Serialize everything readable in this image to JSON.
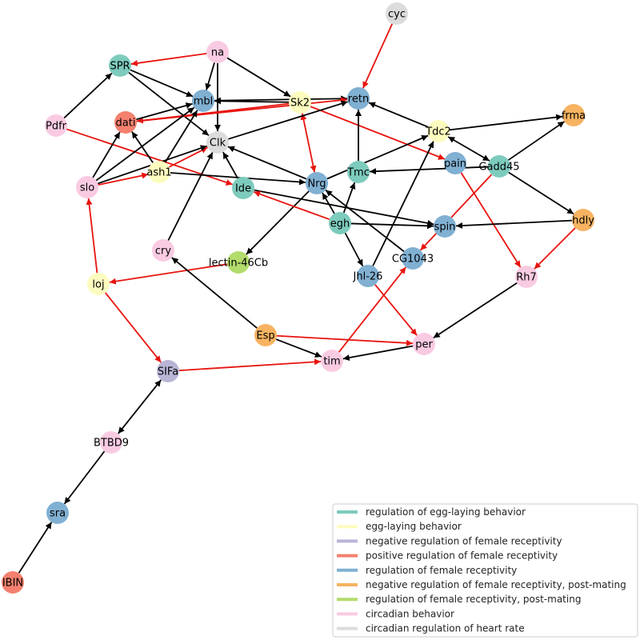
{
  "colors": {
    "black_edge": "#000000",
    "red_edge": "#e8140e",
    "regulation_of_egg_laying_behavior": "#7dcbbd",
    "egg_laying_behavior": "#fdfcbf",
    "negative_regulation_of_female_receptivity": "#b8b5d6",
    "positive_regulation_of_female_receptivity": "#f4806f",
    "regulation_of_female_receptivity": "#80b0d2",
    "negative_regulation_post_mating": "#f7b361",
    "regulation_post_mating": "#b2dc6b",
    "circadian_behavior": "#f9cbe2",
    "circadian_heart_rate": "#dcdcdc"
  },
  "legend": [
    {
      "label": "regulation of egg-laying behavior",
      "color": "#7dcbbd"
    },
    {
      "label": "egg-laying behavior",
      "color": "#fdfcbf"
    },
    {
      "label": "negative regulation of female receptivity",
      "color": "#b8b5d6"
    },
    {
      "label": "positive regulation of female receptivity",
      "color": "#f4806f"
    },
    {
      "label": "regulation of female receptivity",
      "color": "#80b0d2"
    },
    {
      "label": "negative regulation of female receptivity, post-mating",
      "color": "#f7b361"
    },
    {
      "label": "regulation of female receptivity, post-mating",
      "color": "#b2dc6b"
    },
    {
      "label": "circadian behavior",
      "color": "#f9cbe2"
    },
    {
      "label": "circadian regulation of heart rate",
      "color": "#dcdcdc"
    }
  ],
  "nodes": [
    {
      "id": "cyc",
      "label": "cyc",
      "color": "#dcdcdc"
    },
    {
      "id": "na",
      "label": "na",
      "color": "#f9cbe2"
    },
    {
      "id": "SPR",
      "label": "SPR",
      "color": "#7dcbbd"
    },
    {
      "id": "mbl",
      "label": "mbl",
      "color": "#80b0d2"
    },
    {
      "id": "Sk2",
      "label": "Sk2",
      "color": "#fdfcbf"
    },
    {
      "id": "retn",
      "label": "retn",
      "color": "#80b0d2"
    },
    {
      "id": "frma",
      "label": "frma",
      "color": "#f7b361"
    },
    {
      "id": "Pdfr",
      "label": "Pdfr",
      "color": "#f9cbe2"
    },
    {
      "id": "dati",
      "label": "dati",
      "color": "#f4806f"
    },
    {
      "id": "Clk",
      "label": "Clk",
      "color": "#dcdcdc"
    },
    {
      "id": "Tdc2",
      "label": "Tdc2",
      "color": "#fdfcbf"
    },
    {
      "id": "pain",
      "label": "pain",
      "color": "#80b0d2"
    },
    {
      "id": "Gadd45",
      "label": "Gadd45",
      "color": "#7dcbbd"
    },
    {
      "id": "ash1",
      "label": "ash1",
      "color": "#fdfcbf"
    },
    {
      "id": "Tmc",
      "label": "Tmc",
      "color": "#7dcbbd"
    },
    {
      "id": "slo",
      "label": "slo",
      "color": "#f9cbe2"
    },
    {
      "id": "Ide",
      "label": "Ide",
      "color": "#7dcbbd"
    },
    {
      "id": "Nrg",
      "label": "Nrg",
      "color": "#80b0d2"
    },
    {
      "id": "egg",
      "label": "egh",
      "color": "#7dcbbd"
    },
    {
      "id": "spin",
      "label": "spin",
      "color": "#80b0d2"
    },
    {
      "id": "hdly",
      "label": "hdly",
      "color": "#f7b361"
    },
    {
      "id": "cry",
      "label": "cry",
      "color": "#f9cbe2"
    },
    {
      "id": "lectin",
      "label": "lectin-46Cb",
      "color": "#b2dc6b"
    },
    {
      "id": "CG1043",
      "label": "CG1043",
      "color": "#80b0d2"
    },
    {
      "id": "Jhl26",
      "label": "Jhl-26",
      "color": "#80b0d2"
    },
    {
      "id": "loj",
      "label": "loj",
      "color": "#fdfcbf"
    },
    {
      "id": "Rh7",
      "label": "Rh7",
      "color": "#f9cbe2"
    },
    {
      "id": "Esp",
      "label": "Esp",
      "color": "#f7b361"
    },
    {
      "id": "per",
      "label": "per",
      "color": "#f9cbe2"
    },
    {
      "id": "tim",
      "label": "tim",
      "color": "#f9cbe2"
    },
    {
      "id": "SIFa",
      "label": "SIFa",
      "color": "#b8b5d6"
    },
    {
      "id": "BTBD9",
      "label": "BTBD9",
      "color": "#f9cbe2"
    },
    {
      "id": "sra",
      "label": "sra",
      "color": "#80b0d2"
    },
    {
      "id": "IBIN",
      "label": "IBIN",
      "color": "#f4806f"
    }
  ],
  "edges": [
    {
      "from": "cyc",
      "to": "retn",
      "color": "red"
    },
    {
      "from": "na",
      "to": "SPR",
      "color": "red"
    },
    {
      "from": "na",
      "to": "mbl",
      "color": "black"
    },
    {
      "from": "na",
      "to": "Clk",
      "color": "black"
    },
    {
      "from": "na",
      "to": "Sk2",
      "color": "black"
    },
    {
      "from": "SPR",
      "to": "mbl",
      "color": "black"
    },
    {
      "from": "SPR",
      "to": "Clk",
      "color": "black"
    },
    {
      "from": "Pdfr",
      "to": "SPR",
      "color": "black"
    },
    {
      "from": "Pdfr",
      "to": "Ide",
      "color": "red"
    },
    {
      "from": "Sk2",
      "to": "mbl",
      "color": "black"
    },
    {
      "from": "Sk2",
      "to": "dati",
      "color": "red"
    },
    {
      "from": "Sk2",
      "to": "Nrg",
      "color": "red",
      "both": true
    },
    {
      "from": "Sk2",
      "to": "pain",
      "color": "red"
    },
    {
      "from": "mbl",
      "to": "retn",
      "color": "black",
      "both": true
    },
    {
      "from": "dati",
      "to": "mbl",
      "color": "black"
    },
    {
      "from": "dati",
      "to": "retn",
      "color": "red"
    },
    {
      "from": "Clk",
      "to": "retn",
      "color": "black"
    },
    {
      "from": "Tmc",
      "to": "retn",
      "color": "black"
    },
    {
      "from": "Tdc2",
      "to": "retn",
      "color": "black"
    },
    {
      "from": "Tdc2",
      "to": "frma",
      "color": "black"
    },
    {
      "from": "Tdc2",
      "to": "Gadd45",
      "color": "black",
      "both": true
    },
    {
      "from": "Gadd45",
      "to": "frma",
      "color": "black"
    },
    {
      "from": "Gadd45",
      "to": "Tmc",
      "color": "black"
    },
    {
      "from": "Gadd45",
      "to": "hdly",
      "color": "black"
    },
    {
      "from": "Gadd45",
      "to": "CG1043",
      "color": "red"
    },
    {
      "from": "pain",
      "to": "Rh7",
      "color": "red"
    },
    {
      "from": "Nrg",
      "to": "Clk",
      "color": "black"
    },
    {
      "from": "Nrg",
      "to": "Tdc2",
      "color": "black"
    },
    {
      "from": "Nrg",
      "to": "lectin",
      "color": "black"
    },
    {
      "from": "Ide",
      "to": "Clk",
      "color": "black"
    },
    {
      "from": "Ide",
      "to": "spin",
      "color": "black"
    },
    {
      "from": "ash1",
      "to": "dati",
      "color": "black"
    },
    {
      "from": "ash1",
      "to": "mbl",
      "color": "black"
    },
    {
      "from": "ash1",
      "to": "Clk",
      "color": "red"
    },
    {
      "from": "ash1",
      "to": "Nrg",
      "color": "black"
    },
    {
      "from": "slo",
      "to": "dati",
      "color": "black"
    },
    {
      "from": "slo",
      "to": "mbl",
      "color": "black"
    },
    {
      "from": "slo",
      "to": "Clk",
      "color": "black"
    },
    {
      "from": "slo",
      "to": "ash1",
      "color": "red"
    },
    {
      "from": "egg",
      "to": "Ide",
      "color": "red"
    },
    {
      "from": "egg",
      "to": "Tmc",
      "color": "black"
    },
    {
      "from": "egg",
      "to": "spin",
      "color": "black"
    },
    {
      "from": "egg",
      "to": "Jhl26",
      "color": "black"
    },
    {
      "from": "egg",
      "to": "Nrg",
      "color": "black"
    },
    {
      "from": "CG1043",
      "to": "Nrg",
      "color": "black"
    },
    {
      "from": "Jhl26",
      "to": "Tdc2",
      "color": "black"
    },
    {
      "from": "Jhl26",
      "to": "per",
      "color": "red"
    },
    {
      "from": "hdly",
      "to": "spin",
      "color": "black"
    },
    {
      "from": "hdly",
      "to": "Rh7",
      "color": "red"
    },
    {
      "from": "Rh7",
      "to": "per",
      "color": "black"
    },
    {
      "from": "cry",
      "to": "Clk",
      "color": "black"
    },
    {
      "from": "lectin",
      "to": "loj",
      "color": "red"
    },
    {
      "from": "loj",
      "to": "slo",
      "color": "red"
    },
    {
      "from": "loj",
      "to": "SIFa",
      "color": "red"
    },
    {
      "from": "Esp",
      "to": "cry",
      "color": "black"
    },
    {
      "from": "Esp",
      "to": "per",
      "color": "red"
    },
    {
      "from": "Esp",
      "to": "tim",
      "color": "black"
    },
    {
      "from": "per",
      "to": "tim",
      "color": "black"
    },
    {
      "from": "tim",
      "to": "CG1043",
      "color": "red"
    },
    {
      "from": "SIFa",
      "to": "tim",
      "color": "red"
    },
    {
      "from": "BTBD9",
      "to": "SIFa",
      "color": "black",
      "both": true
    },
    {
      "from": "BTBD9",
      "to": "sra",
      "color": "black"
    },
    {
      "from": "IBIN",
      "to": "sra",
      "color": "black"
    }
  ]
}
